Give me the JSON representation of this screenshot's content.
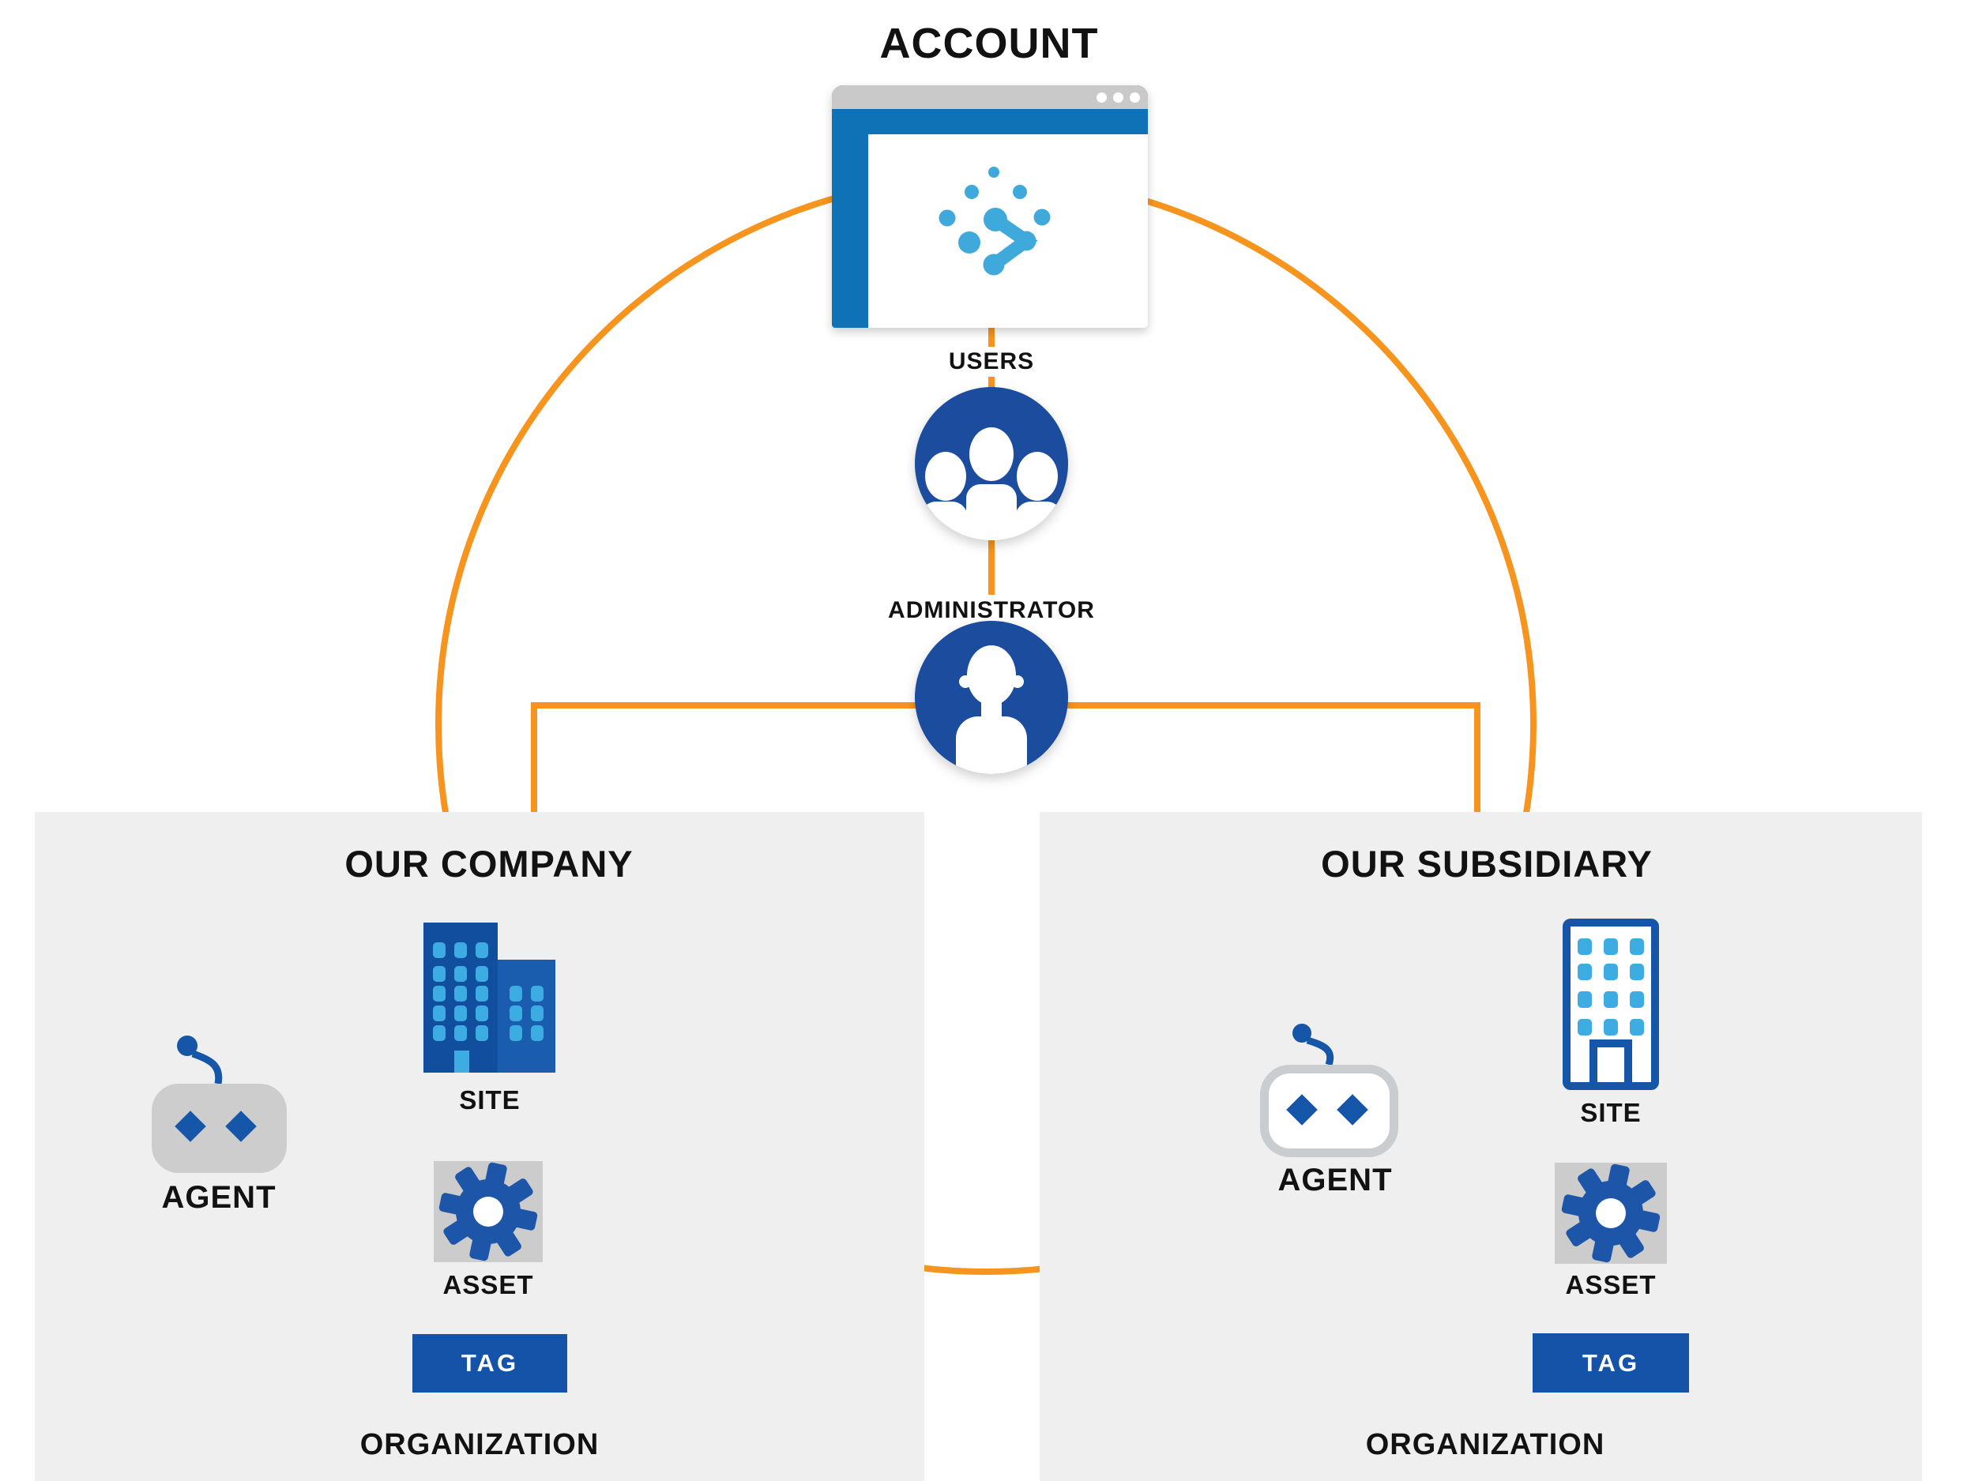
{
  "account": {
    "label": "ACCOUNT"
  },
  "users": {
    "label": "USERS"
  },
  "administrator": {
    "label": "ADMINISTRATOR"
  },
  "panels": {
    "company": {
      "title": "OUR COMPANY",
      "agent_label": "AGENT",
      "site_label": "SITE",
      "asset_label": "ASSET",
      "tag_label": "TAG",
      "organization_label": "ORGANIZATION"
    },
    "subsidiary": {
      "title": "OUR SUBSIDIARY",
      "agent_label": "AGENT",
      "site_label": "SITE",
      "asset_label": "ASSET",
      "tag_label": "TAG",
      "organization_label": "ORGANIZATION"
    }
  },
  "colors": {
    "orange": "#F7941E",
    "royal_blue": "#1B4C9E",
    "gear_blue": "#1D55A8",
    "tag_blue": "#1553A8",
    "browser_blue": "#0F72B6",
    "logo_blue": "#3FA9DC",
    "window_light_blue": "#3CACE3",
    "building_dark": "#114E9E",
    "building_medium": "#1A5CAD",
    "outline_blue": "#1656A8",
    "panel_gray": "#EFEFEF",
    "icon_gray": "#CCCCCC",
    "agent_gray": "#CDCDCD",
    "agent_border_gray": "#C9CDCF",
    "topbar_gray": "#C9C9C9",
    "text_black": "#121212"
  }
}
